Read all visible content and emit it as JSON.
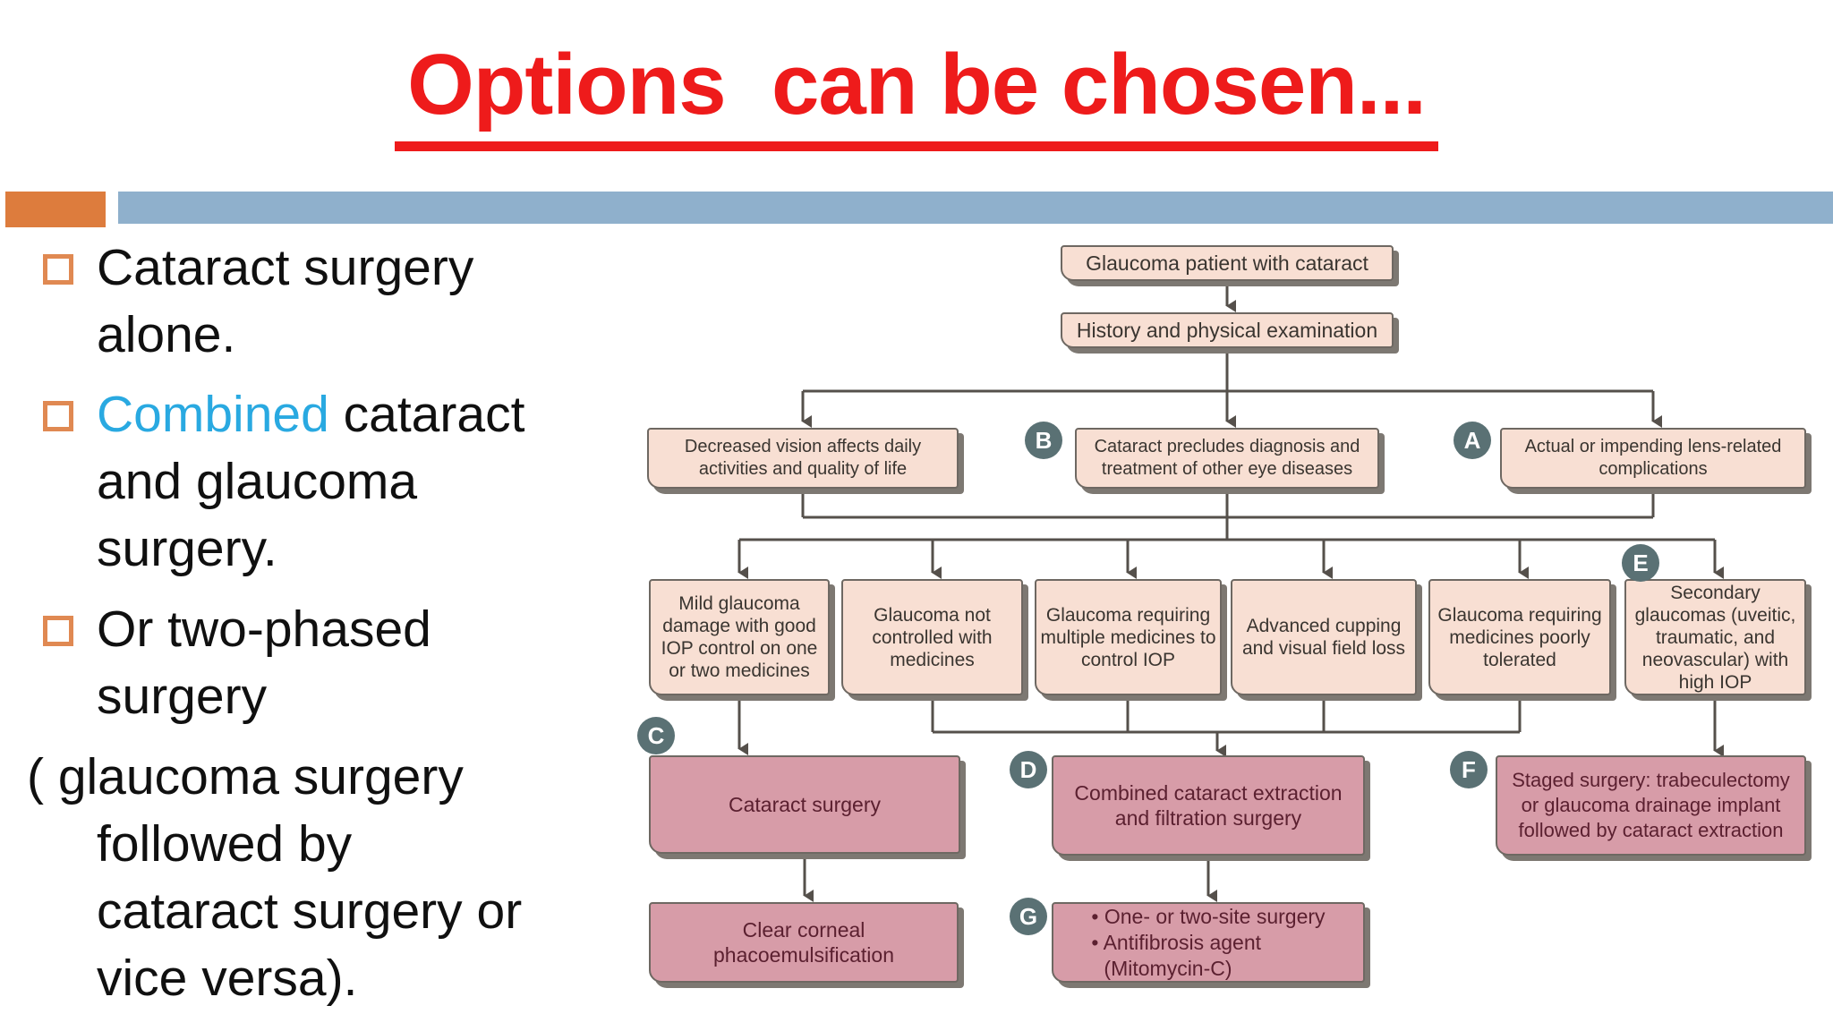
{
  "slide": {
    "title": "Options  can be chosen...",
    "bullets": {
      "item1_line1": "Cataract surgery",
      "item1_line2": "alone.",
      "item2_line1_highlight": "Combined",
      "item2_line1_rest": " cataract",
      "item2_line2": "and glaucoma",
      "item2_line3": "surgery.",
      "item3_line1": "Or two-phased",
      "item3_line2": "surgery",
      "cont_line1": "( glaucoma surgery",
      "cont_line2": "followed by",
      "cont_line3": "cataract surgery or",
      "cont_line4": "vice versa)."
    }
  },
  "flowchart": {
    "nodes": {
      "patient": "Glaucoma patient with cataract",
      "history": "History and physical examination",
      "decreased_vision": "Decreased vision affects daily activities and quality of life",
      "cataract_precludes": "Cataract precludes diagnosis and treatment of other eye diseases",
      "lens_complications": "Actual or impending lens-related complications",
      "mild_glaucoma": "Mild glaucoma damage with good IOP control on one or two medicines",
      "not_controlled": "Glaucoma not controlled with medicines",
      "multiple_medicines": "Glaucoma requiring multiple medicines to control IOP",
      "advanced_cupping": "Advanced cupping and visual field loss",
      "poorly_tolerated": "Glaucoma requiring medicines poorly tolerated",
      "secondary_glaucomas": "Secondary glaucomas (uveitic, traumatic, and neovascular) with high IOP",
      "cataract_surgery": "Cataract surgery",
      "combined_surgery": "Combined cataract extraction and filtration surgery",
      "staged_surgery": "Staged surgery: trabeculectomy or glaucoma drainage implant followed by cataract extraction",
      "clear_corneal": "Clear corneal phacoemulsification",
      "site_surgery_line1": "• One- or two-site surgery",
      "site_surgery_line2": "• Antifibrosis agent",
      "site_surgery_line3": "(Mitomycin-C)"
    },
    "badges": {
      "a": "A",
      "b": "B",
      "c": "C",
      "d": "D",
      "e": "E",
      "f": "F",
      "g": "G"
    }
  },
  "colors": {
    "title_red": "#ee1b1b",
    "highlight_cyan": "#29a9e1",
    "bullet_orange": "#e08952",
    "header_orange_block": "#dd7c3d",
    "header_blue_bar": "#8fb0cc",
    "node_light_fill": "#f8dfd3",
    "node_dark_fill": "#d79ca8",
    "node_dark_text": "#5b2030",
    "badge_slate": "#5a7174",
    "connector_gray": "#55504b"
  }
}
